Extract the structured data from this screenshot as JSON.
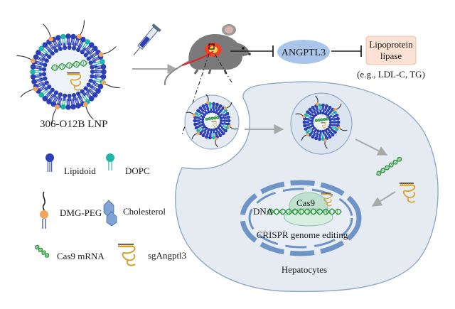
{
  "title": "306-O12B LNP",
  "target": "ANGPTL3",
  "downstream": {
    "line1": "Lipoprotein",
    "line2": "lipase",
    "note": "(e.g., LDL-C, TG)"
  },
  "cell_label": "Hepatocytes",
  "nucleus": {
    "cas9": "Cas9",
    "dna": "DNA",
    "process": "CRISPR genome editing"
  },
  "legend": {
    "lipidoid": "Lipidoid",
    "dopc": "DOPC",
    "dmg_peg": "DMG-PEG",
    "cholesterol": "Cholesterol",
    "cas9_mrna": "Cas9 mRNA",
    "sg": "sgAngptl3"
  },
  "colors": {
    "lipidoid_head": "#2c3fb7",
    "dopc_head": "#1fb5a9",
    "peg_head": "#f0a45c",
    "cholesterol": "#7ea3d4",
    "mrna": "#2e9a3e",
    "sgrna": "#d7a12a",
    "cell_fill": "#e6ebf2",
    "cell_stroke": "#8fa9c7",
    "target_fill": "#a9c6ea",
    "lipase_fill": "#fbe2d4"
  }
}
